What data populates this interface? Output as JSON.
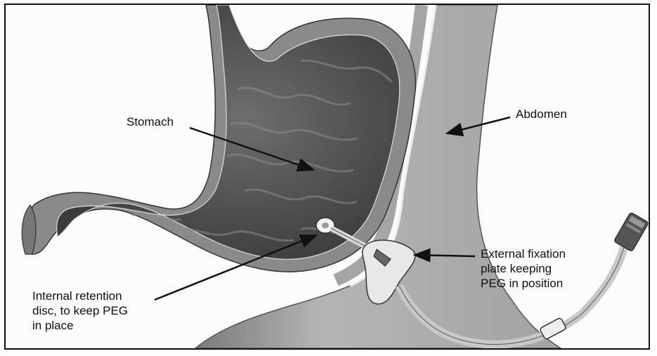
{
  "labels": {
    "stomach": "Stomach",
    "abdomen": "Abdomen",
    "external": [
      "External fixation",
      "plate keeping",
      "PEG in position"
    ],
    "internal": [
      "Internal retention",
      "disc, to keep PEG",
      "in place"
    ]
  },
  "colors": {
    "background": "#fbfbfb",
    "abdomen_wall": "#9a9a9a",
    "stomach_inner": "#5a5a5a",
    "stomach_outer": "#8a8a8a",
    "arrow": "#111111"
  }
}
